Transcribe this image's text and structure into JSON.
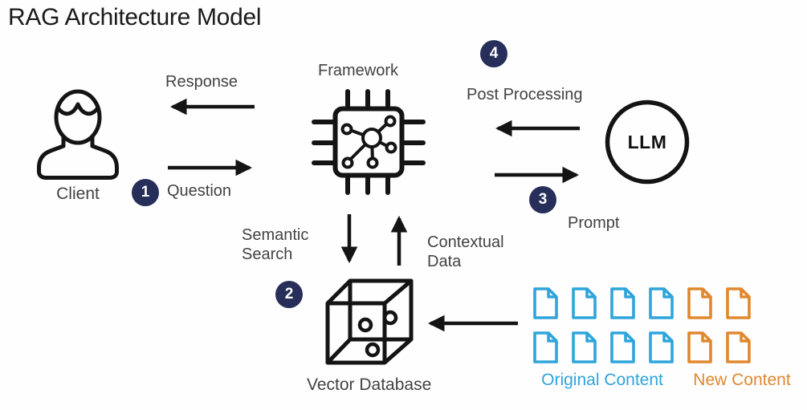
{
  "title": "RAG Architecture Model",
  "colors": {
    "badge_navy": "#262e59",
    "doc_blue": "#2fa5db",
    "doc_orange": "#e0882f",
    "line_black": "#141414",
    "label_gray": "#424242",
    "background": "#fefefe"
  },
  "nodes": {
    "client": {
      "label": "Client"
    },
    "framework": {
      "label": "Framework"
    },
    "llm": {
      "label": "LLM"
    },
    "vector_database": {
      "label": "Vector Database"
    }
  },
  "edges": {
    "response": {
      "label": "Response"
    },
    "question": {
      "label": "Question",
      "step": "1"
    },
    "semantic_search": {
      "label": "Semantic Search",
      "step": "2"
    },
    "contextual_data": {
      "label": "Contextual Data"
    },
    "prompt": {
      "label": "Prompt",
      "step": "3"
    },
    "post_processing": {
      "label": "Post Processing",
      "step": "4"
    }
  },
  "documents": {
    "original": {
      "label": "Original Content",
      "count": 8
    },
    "new": {
      "label": "New Content",
      "count": 4
    }
  }
}
